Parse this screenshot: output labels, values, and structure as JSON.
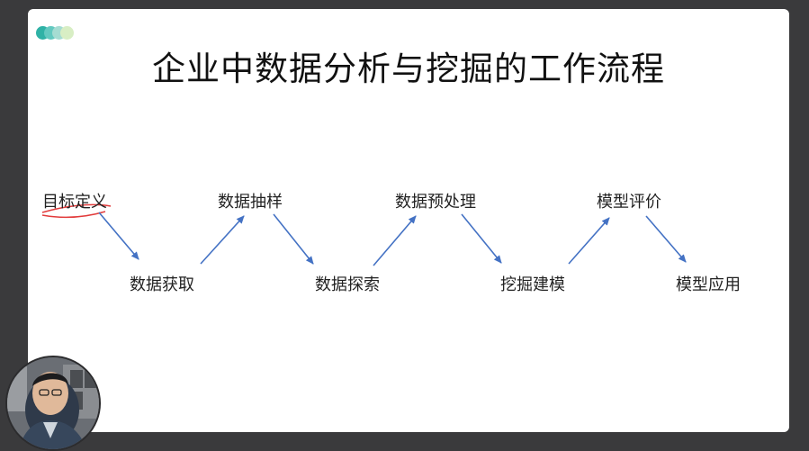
{
  "slide": {
    "title": "企业中数据分析与挖掘的工作流程",
    "steps": [
      {
        "label": "目标定义",
        "row": "top"
      },
      {
        "label": "数据获取",
        "row": "bottom"
      },
      {
        "label": "数据抽样",
        "row": "top"
      },
      {
        "label": "数据探索",
        "row": "bottom"
      },
      {
        "label": "数据预处理",
        "row": "top"
      },
      {
        "label": "挖掘建模",
        "row": "bottom"
      },
      {
        "label": "模型评价",
        "row": "top"
      },
      {
        "label": "模型应用",
        "row": "bottom"
      }
    ],
    "colors": {
      "arrow": "#4472c4",
      "underline": "#e23b3b",
      "dots": [
        "#2fb2a6",
        "#63c9c0",
        "#a5dcd2",
        "#d8eec4"
      ]
    }
  },
  "webcam": {
    "icon": "presenter-video-icon"
  }
}
